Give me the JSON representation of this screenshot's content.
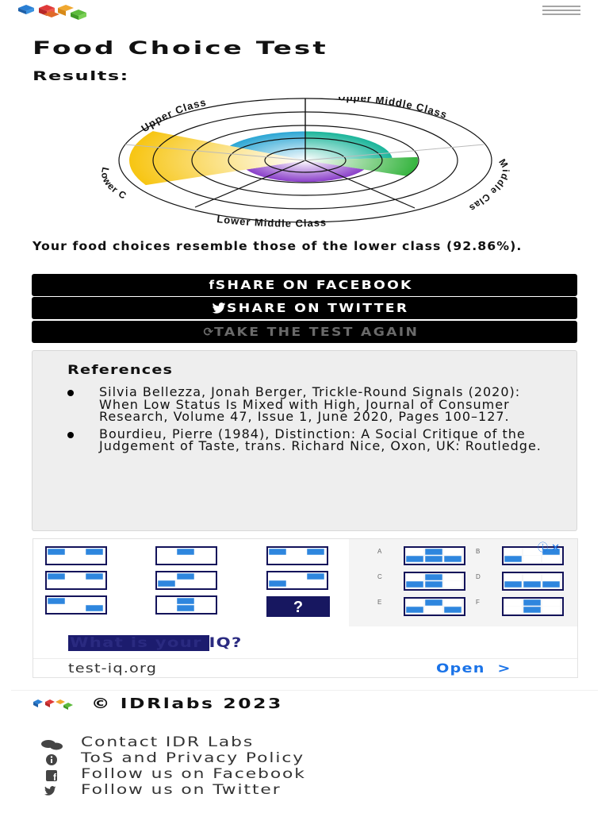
{
  "header": {
    "logo_icon": "idrlabs-hexagons-logo",
    "menu_icon": "hamburger-menu-icon"
  },
  "page": {
    "title": "Food Choice Test",
    "subtitle": "Results:"
  },
  "chart_data": {
    "type": "radar",
    "categories": [
      "Upper Class",
      "Upper Middle Class",
      "Middle Class",
      "Lower Middle Class",
      "Lower Class"
    ],
    "series": [],
    "fill_colors": [
      "#2ba6d4",
      "#1ab59a",
      "#35b43e",
      "#8a3fc9",
      "#f7c512"
    ],
    "grid": true,
    "rings": 4,
    "highlighted": "Lower Class",
    "value_highlighted_pct": 92.86
  },
  "result": {
    "text": "Your food choices resemble those of the lower class (92.86%)."
  },
  "buttons": {
    "facebook": {
      "label": "SHARE ON FACEBOOK",
      "icon": "facebook-icon"
    },
    "twitter": {
      "label": "SHARE ON TWITTER",
      "icon": "twitter-icon"
    },
    "retake": {
      "label": "TAKE THE TEST AGAIN",
      "icon": "refresh-icon"
    }
  },
  "references": {
    "heading": "References",
    "items": [
      "Silvia Bellezza, Jonah Berger, Trickle-Round Signals (2020): When Low Status Is Mixed with High, Journal of Consumer Research, Volume 47, Issue 1, June 2020, Pages 100–127.",
      "Bourdieu, Pierre (1984), Distinction: A Social Critique of the Judgement of Taste, trans. Richard Nice, Oxon, UK: Routledge."
    ]
  },
  "ad": {
    "question": "What is your IQ?",
    "site": "test-iq.org",
    "open_label": "Open  >",
    "option_letters": [
      "A",
      "B",
      "C",
      "D",
      "E",
      "F"
    ],
    "puzzle_mark": "?"
  },
  "footer": {
    "copyright": "© IDRlabs 2023",
    "links": [
      {
        "label": "Contact IDR Labs",
        "icon": "chat-bubbles-icon"
      },
      {
        "label": "ToS and Privacy Policy",
        "icon": "info-icon"
      },
      {
        "label": "Follow us on Facebook",
        "icon": "facebook-icon"
      },
      {
        "label": "Follow us on Twitter",
        "icon": "twitter-icon"
      }
    ]
  },
  "colors": {
    "button_bg": "#000000",
    "accent_blue": "#1a73e8",
    "chart_lower": "#f7c512"
  }
}
